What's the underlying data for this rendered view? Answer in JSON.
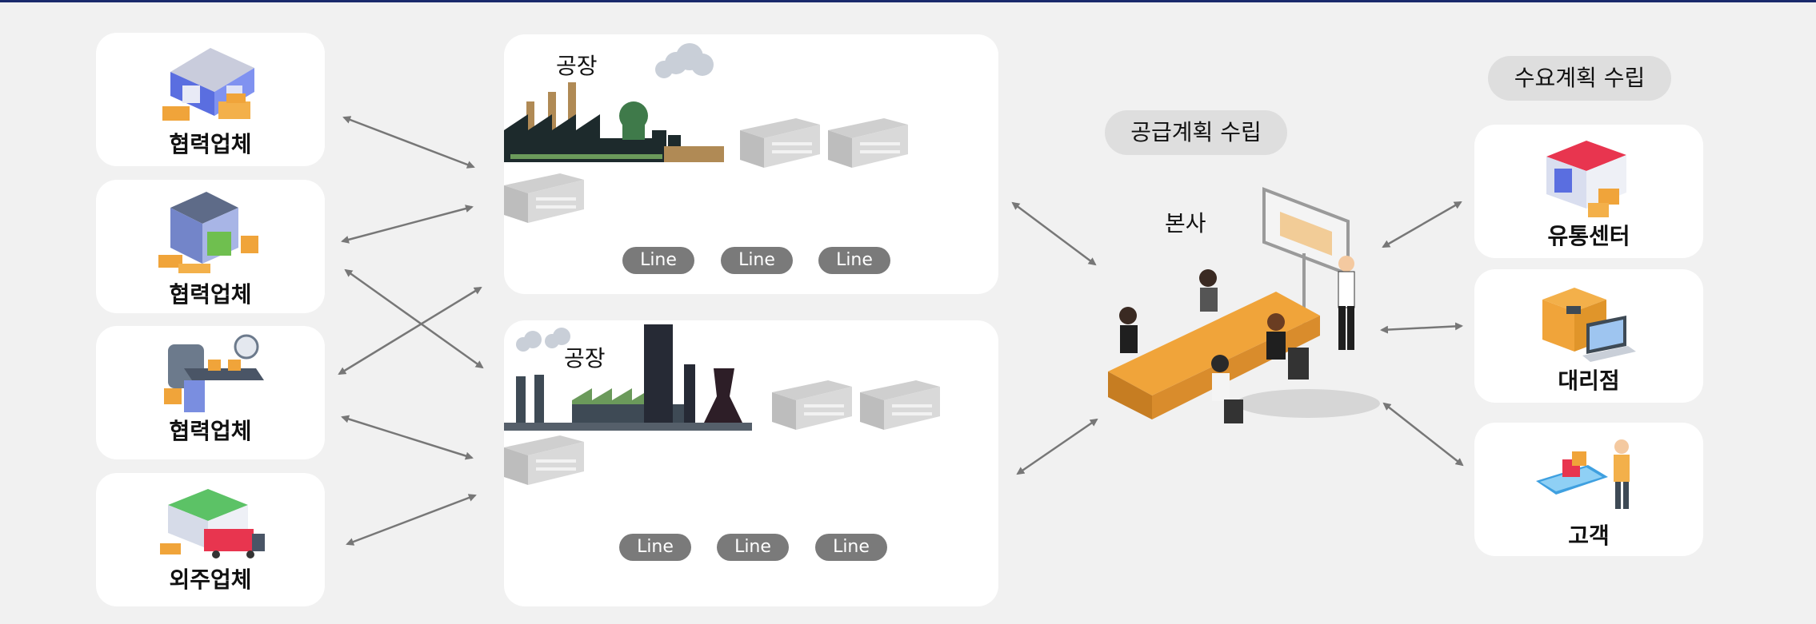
{
  "partners": [
    {
      "label": "협력업체",
      "icon": "warehouse-icon"
    },
    {
      "label": "협력업체",
      "icon": "distribution-center-icon"
    },
    {
      "label": "협력업체",
      "icon": "conveyor-icon"
    },
    {
      "label": "외주업체",
      "icon": "truck-warehouse-icon"
    }
  ],
  "factories": [
    {
      "title": "공장",
      "lines": [
        "Line",
        "Line",
        "Line"
      ]
    },
    {
      "title": "공장",
      "lines": [
        "Line",
        "Line",
        "Line"
      ]
    }
  ],
  "hq": {
    "label": "본사",
    "plan_label": "공급계획 수립"
  },
  "demand": {
    "plan_label": "수요계획 수립",
    "items": [
      {
        "label": "유통센터",
        "icon": "store-icon"
      },
      {
        "label": "대리점",
        "icon": "laptop-box-icon"
      },
      {
        "label": "고객",
        "icon": "customer-phone-icon"
      }
    ]
  },
  "colors": {
    "top_bar": "#1a2a6c",
    "card": "#ffffff",
    "pill": "#dedede",
    "line_badge": "#7a7a7a",
    "arrow": "#777777",
    "table": "#f0a43a"
  }
}
